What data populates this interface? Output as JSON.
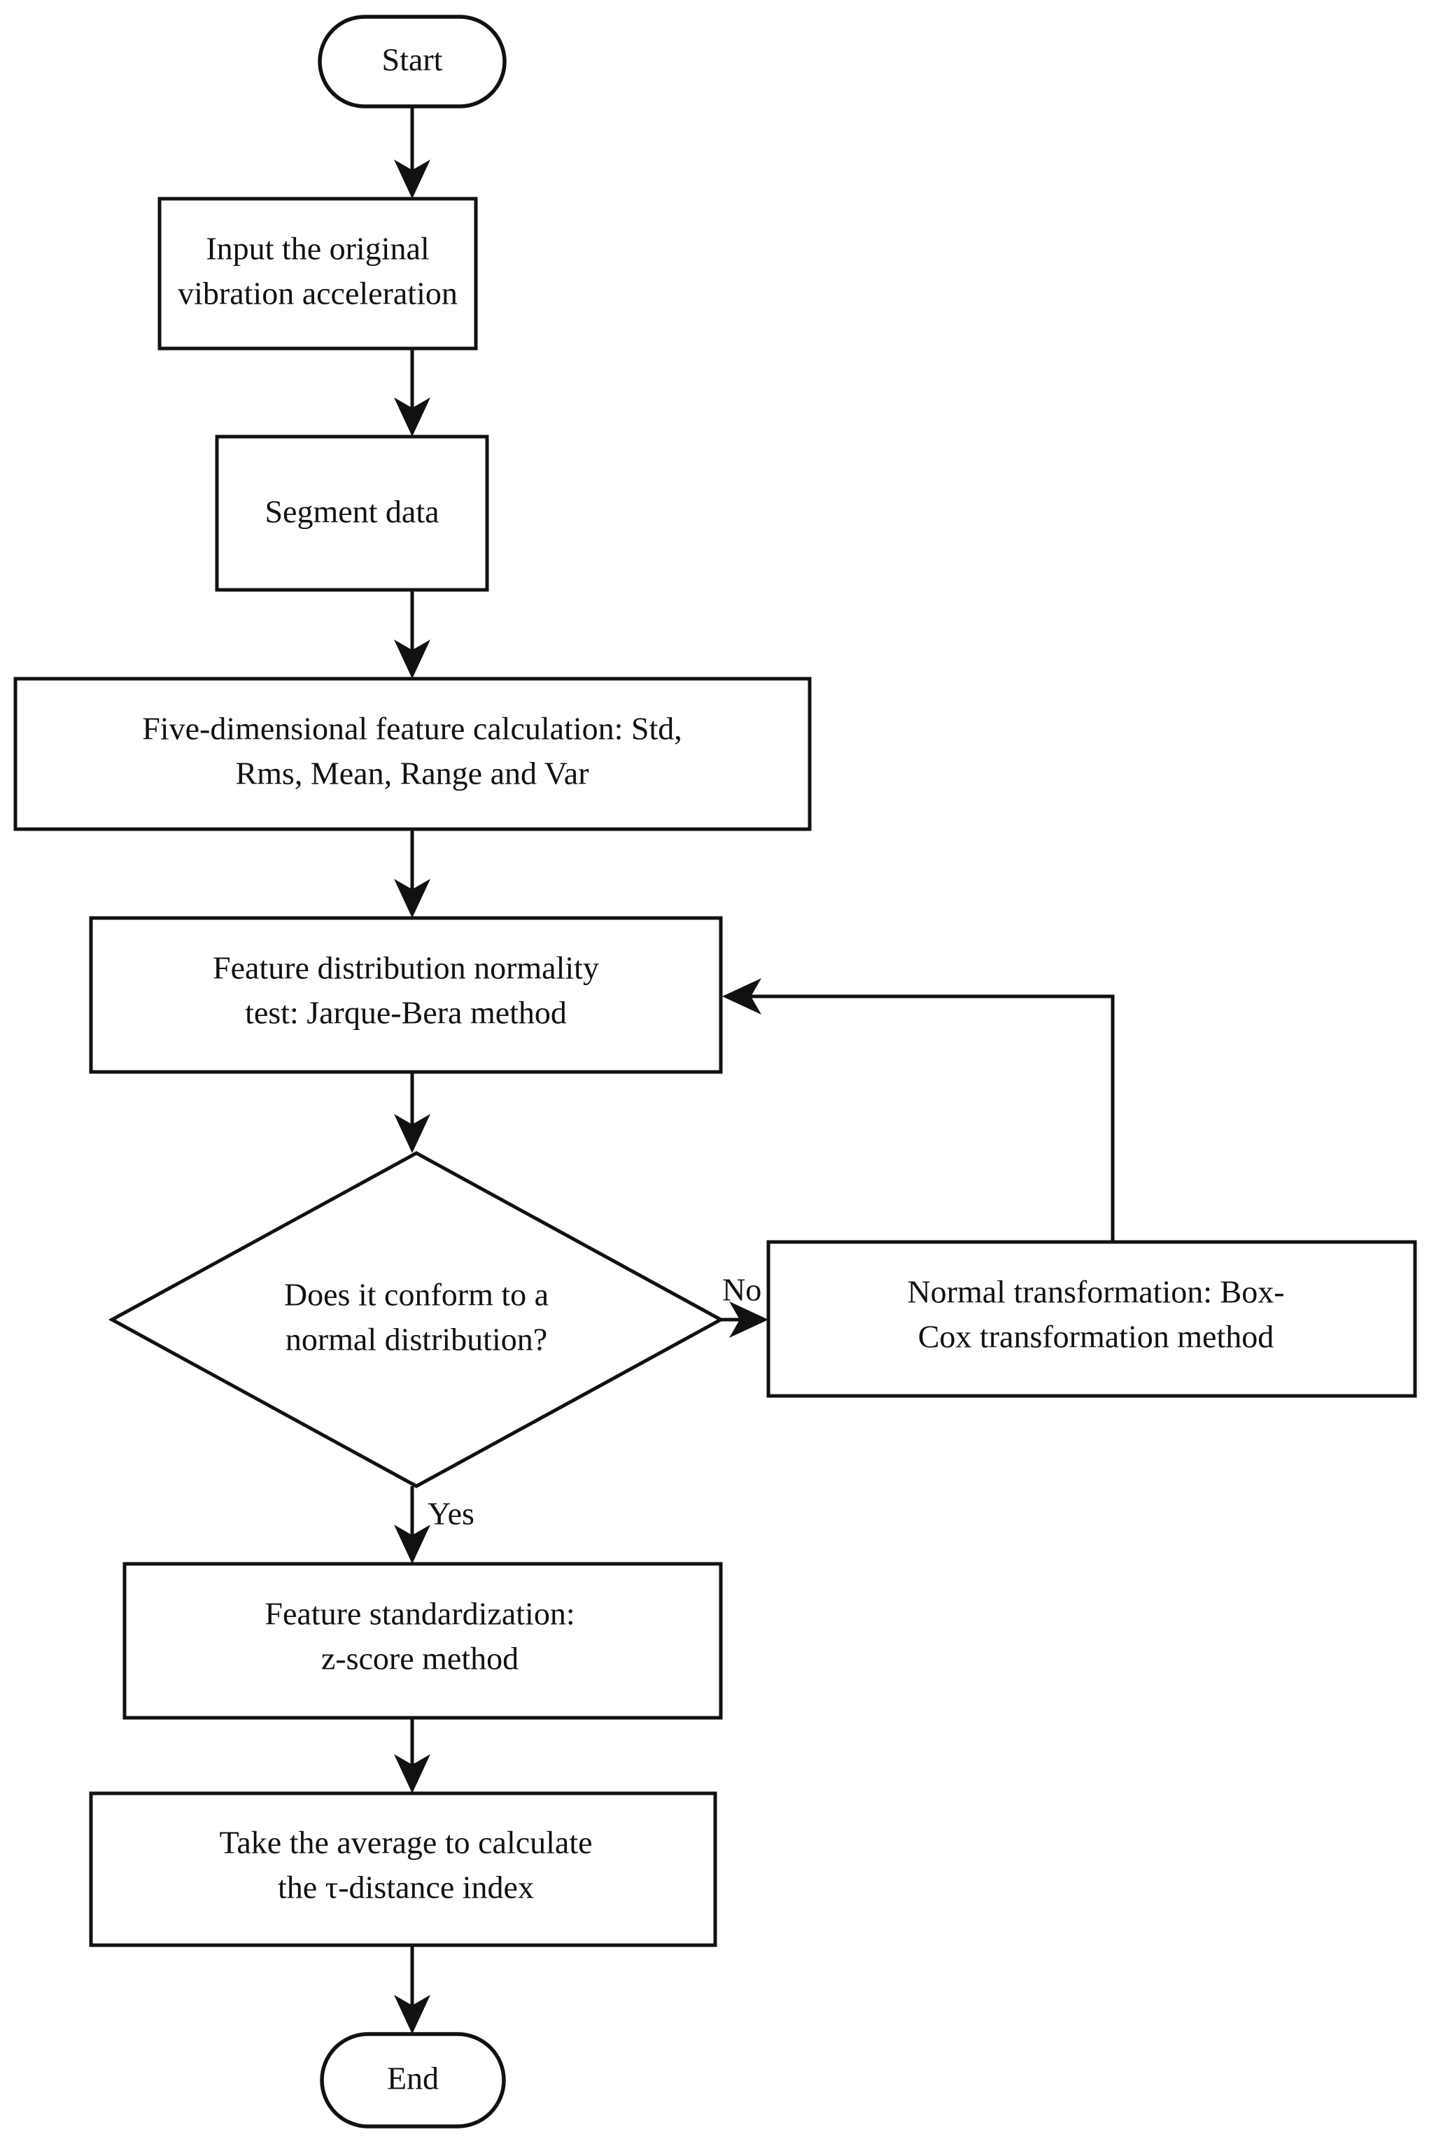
{
  "diagram": {
    "title": "Tau-distance index calculation flowchart",
    "background_color": "#ffffff",
    "stroke_color": "#111111",
    "fill_color": "#ffffff",
    "nodes": [
      {
        "id": "start",
        "type": "terminator",
        "label": "Start"
      },
      {
        "id": "input",
        "type": "process",
        "line1": "Input the original",
        "line2": "vibration acceleration"
      },
      {
        "id": "segment",
        "type": "process",
        "line1": "Segment data",
        "line2": ""
      },
      {
        "id": "features",
        "type": "process",
        "line1": "Five-dimensional feature calculation: Std,",
        "line2": "Rms, Mean, Range and Var"
      },
      {
        "id": "normality",
        "type": "process",
        "line1": "Feature distribution normality",
        "line2": "test: Jarque-Bera method"
      },
      {
        "id": "decision",
        "type": "decision",
        "line1": "Does it conform to a",
        "line2": "normal distribution?"
      },
      {
        "id": "boxcox",
        "type": "process",
        "line1": "Normal transformation: Box-",
        "line2": "Cox transformation method"
      },
      {
        "id": "standardize",
        "type": "process",
        "line1": "Feature standardization:",
        "line2": "z-score method"
      },
      {
        "id": "average",
        "type": "process",
        "line1": "Take the average to calculate",
        "line2": "the τ-distance index"
      },
      {
        "id": "end",
        "type": "terminator",
        "label": "End"
      }
    ],
    "edge_labels": {
      "no": "No",
      "yes": "Yes"
    }
  }
}
